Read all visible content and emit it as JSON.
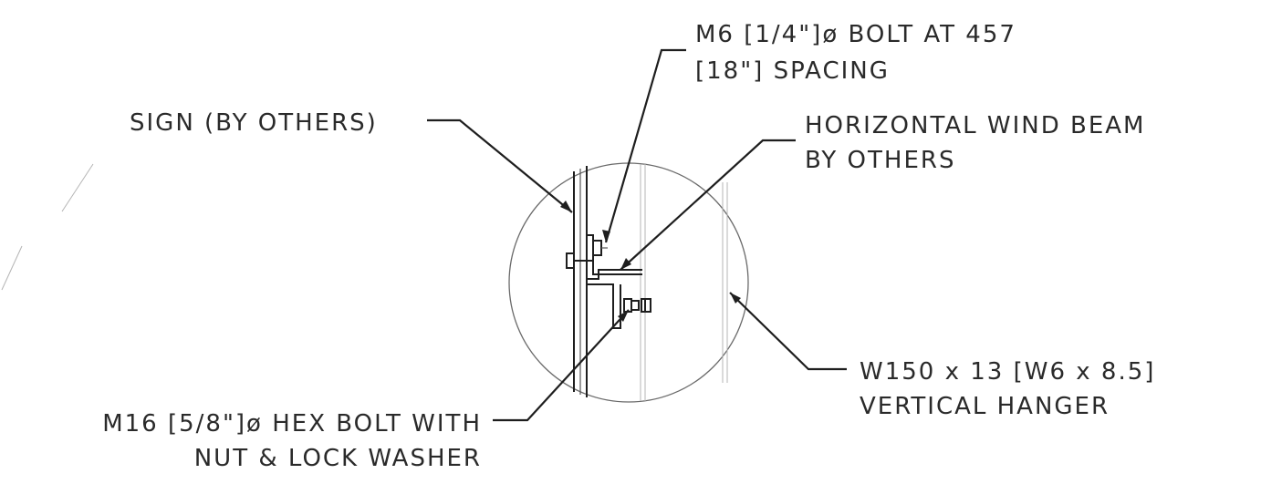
{
  "callouts": {
    "bolt_spacing": {
      "line1": "M6 [1/4\"]ø BOLT AT 457",
      "line2": "[18\"] SPACING"
    },
    "sign": {
      "line1": "SIGN (BY OTHERS)"
    },
    "wind_beam": {
      "line1": "HORIZONTAL WIND BEAM",
      "line2": "BY OTHERS"
    },
    "hanger": {
      "line1": "W150 x 13 [W6 x 8.5]",
      "line2": "VERTICAL HANGER"
    },
    "hex_bolt": {
      "line1": "M16 [5/8\"]ø HEX BOLT WITH",
      "line2": "NUT & LOCK WASHER"
    }
  }
}
